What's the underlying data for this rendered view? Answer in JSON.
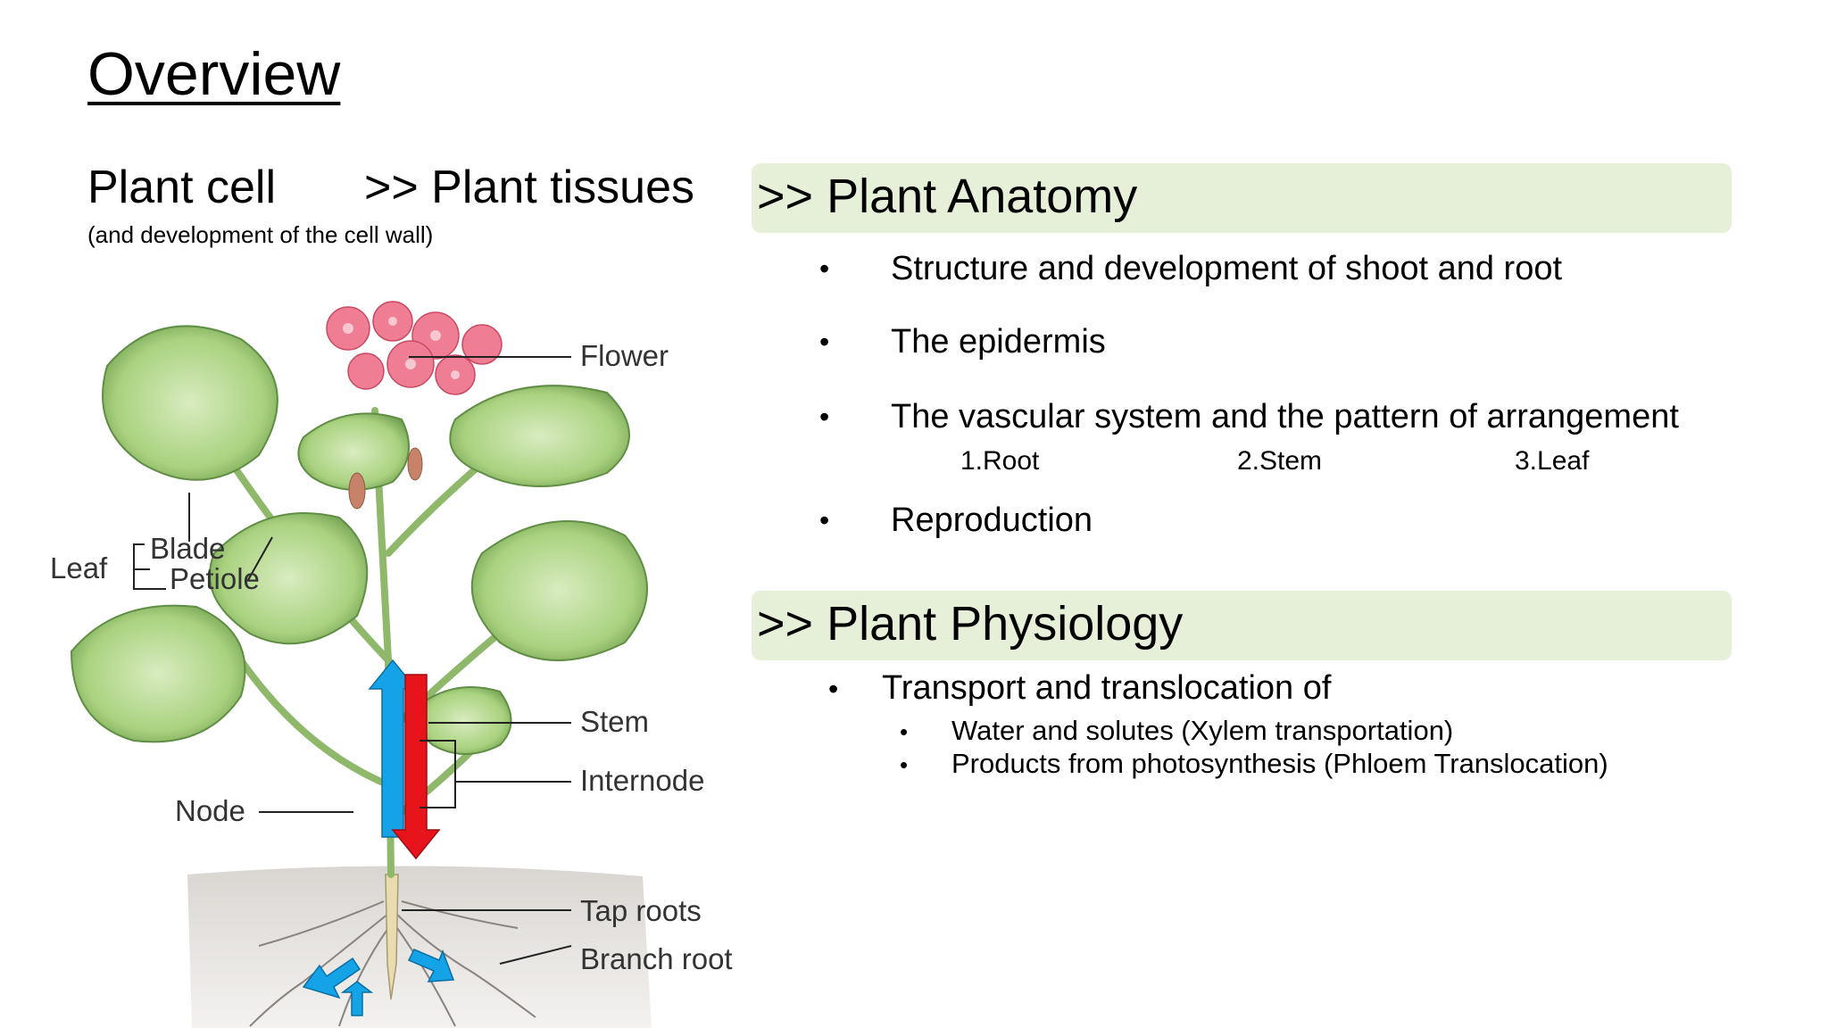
{
  "slide": {
    "title": "Overview",
    "plant_cell": "Plant cell",
    "plant_cell_note": "(and development of the cell wall)",
    "plant_tissues": ">> Plant tissues"
  },
  "anatomy": {
    "heading": ">> Plant Anatomy",
    "bullet_glyph": "•",
    "items": [
      "Structure and development of shoot and root",
      "The epidermis",
      "The vascular system and the pattern of arrangement",
      "Reproduction"
    ],
    "subitems": [
      "1.Root",
      "2.Stem",
      "3.Leaf"
    ]
  },
  "physiology": {
    "heading": ">> Plant Physiology",
    "item": "Transport and translocation of",
    "subitems": [
      "Water and solutes (Xylem transportation)",
      "Products from photosynthesis (Phloem Translocation)"
    ]
  },
  "diagram": {
    "labels": {
      "flower": "Flower",
      "leaf": "Leaf",
      "blade": "Blade",
      "petiole": "Petiole",
      "stem": "Stem",
      "internode": "Internode",
      "node": "Node",
      "tap_roots": "Tap roots",
      "branch_root": "Branch root"
    },
    "colors": {
      "up_arrow": "#14a3e6",
      "down_arrow": "#e8141b",
      "root_arrows": "#14a3e6",
      "leaf": "#9ccc6e",
      "flower": "#ef6f86"
    }
  }
}
